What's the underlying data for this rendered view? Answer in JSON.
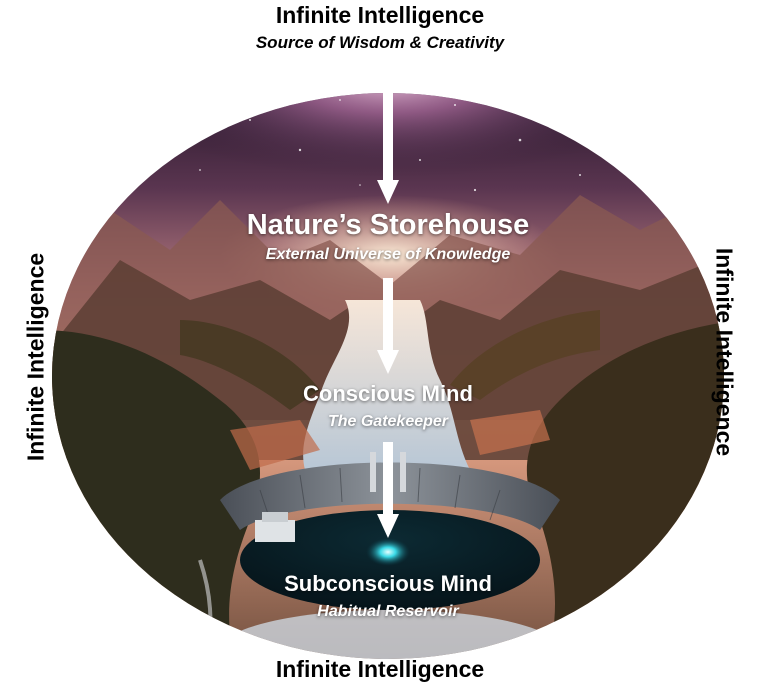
{
  "outer": {
    "top_title": "Infinite Intelligence",
    "top_subtitle": "Source of Wisdom & Creativity",
    "left": "Infinite Intelligence",
    "right": "Infinite Intelligence",
    "bottom": "Infinite Intelligence"
  },
  "stages": [
    {
      "title": "Nature’s Storehouse",
      "subtitle": "External  Universe of Knowledge"
    },
    {
      "title": "Conscious Mind",
      "subtitle": "The Gatekeeper"
    },
    {
      "title": "Subconscious Mind",
      "subtitle": "Habitual Reservoir"
    }
  ],
  "colors": {
    "outer_text": "#000000",
    "stage_text": "#ffffff",
    "arrow": "#ffffff",
    "sky_top": "#2a1a33",
    "sky_glow": "#e9a88e",
    "forest": "#3b3a22",
    "water": "#cfd9e3",
    "orb": "#39d9e6"
  }
}
